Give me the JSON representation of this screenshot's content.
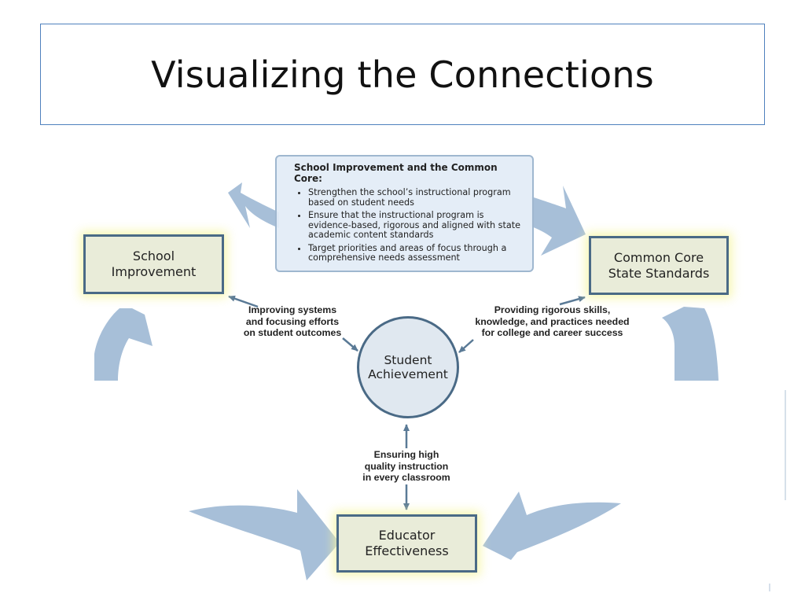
{
  "title": "Visualizing the Connections",
  "callout": {
    "heading": "School Improvement and the Common Core:",
    "bullets": [
      "Strengthen the school’s instructional program based on student needs",
      "Ensure that the instructional program is evidence-based, rigorous and aligned with state academic content standards",
      "Target priorities and areas of focus through a comprehensive needs assessment"
    ]
  },
  "nodes": {
    "school_improvement": "School\nImprovement",
    "common_core": "Common Core\nState Standards",
    "educator_effectiveness": "Educator\nEffectiveness",
    "student_achievement": "Student\nAchievement"
  },
  "edge_labels": {
    "school_improvement": "Improving systems\nand focusing efforts\non student outcomes",
    "common_core": "Providing rigorous skills,\nknowledge, and practices needed\nfor college and career success",
    "educator_effectiveness": "Ensuring high\nquality instruction\nin every classroom"
  },
  "colors": {
    "cycle_arrow": "#a7bfd8",
    "node_border": "#4a6a86",
    "node_fill": "#e9ecd9",
    "connector": "#5a7a96",
    "title_border": "#4f81bd"
  }
}
